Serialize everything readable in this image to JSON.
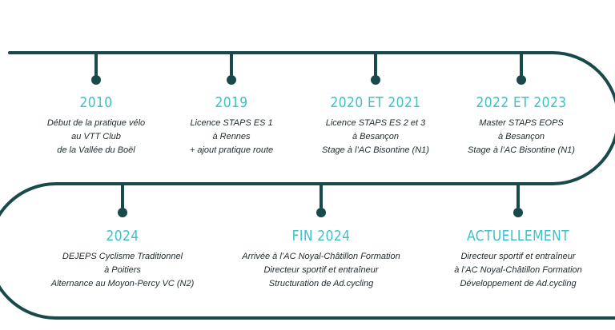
{
  "colors": {
    "line": "#184a4c",
    "year": "#3cc2c8",
    "text": "#1f2b2e"
  },
  "milestones": [
    {
      "year": "2010",
      "lines": [
        "Début de la pratique vélo",
        "au VTT Club",
        "de la Vallée du Boël"
      ]
    },
    {
      "year": "2019",
      "lines": [
        "Licence STAPS ES 1",
        "à Rennes",
        "+ ajout pratique route"
      ]
    },
    {
      "year": "2020 ET 2021",
      "lines": [
        "Licence STAPS ES 2 et 3",
        "à Besançon",
        "Stage à l’AC Bisontine (N1)"
      ]
    },
    {
      "year": "2022 ET 2023",
      "lines": [
        "Master STAPS EOPS",
        "à Besançon",
        "Stage à l’AC Bisontine (N1)"
      ]
    },
    {
      "year": "2024",
      "lines": [
        "DEJEPS Cyclisme Traditionnel",
        "à Poitiers",
        "Alternance au Moyon-Percy VC (N2)"
      ]
    },
    {
      "year": "FIN 2024",
      "lines": [
        "Arrivée à l’AC Noyal-Châtillon Formation",
        "Directeur sportif et entraîneur",
        "Structuration de Ad.cycling"
      ]
    },
    {
      "year": "ACTUELLEMENT",
      "lines": [
        "Directeur sportif et entraîneur",
        "à l’AC Noyal-Châtillon Formation",
        "Développement de Ad.cycling"
      ]
    }
  ]
}
